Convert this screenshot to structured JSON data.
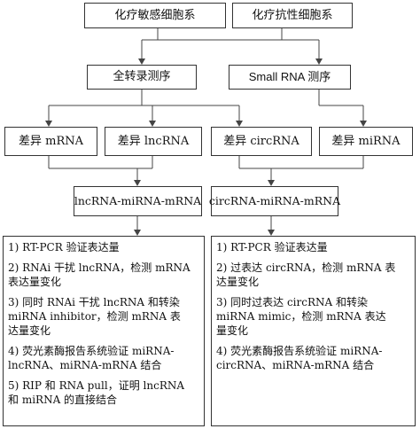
{
  "row1": {
    "sensitive": "化疗敏感细胞系",
    "resistant": "化疗抗性细胞系"
  },
  "row2": {
    "full_transcriptome": "全转录测序",
    "small_rna": "Small RNA 测序"
  },
  "row3": {
    "mrna": "差异 mRNA",
    "lncrna": "差异 lncRNA",
    "circrna": "差异 circRNA",
    "mirna": "差异 miRNA"
  },
  "row4": {
    "lnc_network": "lncRNA-miRNA-mRNA",
    "circ_network": "circRNA-miRNA-mRNA"
  },
  "left_steps": [
    [
      "1) RT-PCR 验证表达量"
    ],
    [
      "2) RNAi 干扰 lncRNA，检测 mRNA",
      "表达量变化"
    ],
    [
      "3) 同时 RNAi 干扰 lncRNA 和转染",
      "miRNA inhibitor，检测 mRNA 表",
      "达量变化"
    ],
    [
      "4) 荧光素酶报告系统验证 miRNA-",
      "lncRNA、miRNA-mRNA 结合"
    ],
    [
      "5) RIP 和 RNA pull，证明 lncRNA",
      "和 miRNA 的直接结合"
    ]
  ],
  "right_steps": [
    [
      "1) RT-PCR 验证表达量"
    ],
    [
      "2) 过表达 circRNA，检测 mRNA 表",
      "达量变化"
    ],
    [
      "3) 同时过表达 circRNA 和转染",
      "miRNA mimic，检测 mRNA 表达",
      "量变化"
    ],
    [
      "4) 荧光素酶报告系统验证 miRNA-",
      "circRNA、miRNA-mRNA 结合"
    ]
  ]
}
